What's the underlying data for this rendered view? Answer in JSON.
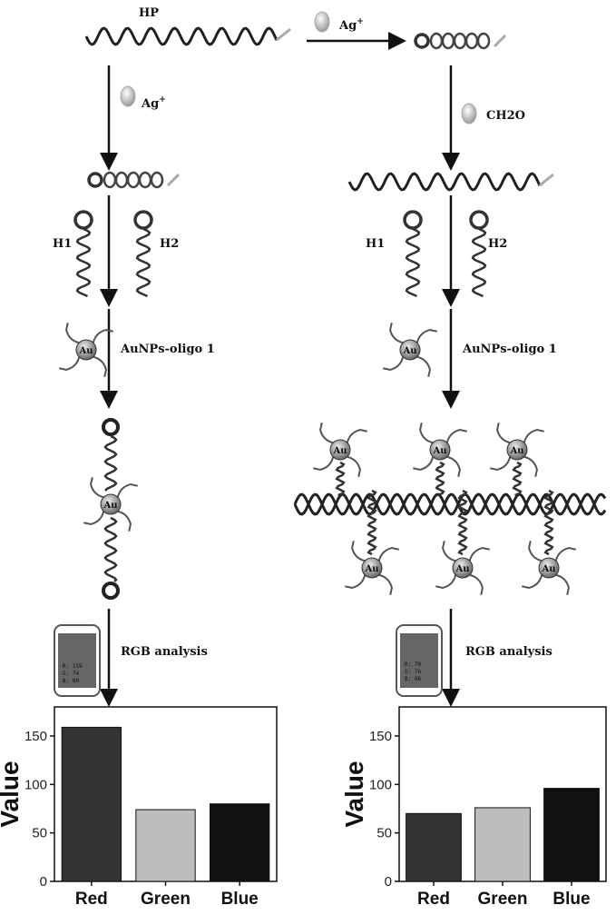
{
  "labels": {
    "hp": "HP",
    "ag": "Ag",
    "ag_charge": "+",
    "ch2o": "CH2O",
    "h1": "H1",
    "h2": "H2",
    "auprobe": "AuNPs-oligo 1",
    "au": "Au",
    "rgb": "RGB analysis"
  },
  "phones": [
    {
      "r": "R: 159",
      "g": "G: 74",
      "b": "B: 80"
    },
    {
      "r": "R: 70",
      "g": "G: 76",
      "b": "B: 96"
    }
  ],
  "colors": {
    "red_bar": "#333333",
    "green_bar": "#bdbdbd",
    "blue_bar": "#111111"
  },
  "chart_data": [
    {
      "type": "bar",
      "title": "",
      "xlabel": "",
      "ylabel": "Value",
      "categories": [
        "Red",
        "Green",
        "Blue"
      ],
      "values": [
        159,
        74,
        80
      ],
      "ylim": [
        0,
        180
      ],
      "yticks": [
        0,
        50,
        100,
        150
      ],
      "ytick_labels": [
        "0",
        "50",
        "100",
        "150"
      ]
    },
    {
      "type": "bar",
      "title": "",
      "xlabel": "",
      "ylabel": "Value",
      "categories": [
        "Red",
        "Green",
        "Blue"
      ],
      "values": [
        70,
        76,
        96
      ],
      "ylim": [
        0,
        180
      ],
      "yticks": [
        0,
        50,
        100,
        150
      ],
      "ytick_labels": [
        "0",
        "50",
        "100",
        "150"
      ]
    }
  ]
}
